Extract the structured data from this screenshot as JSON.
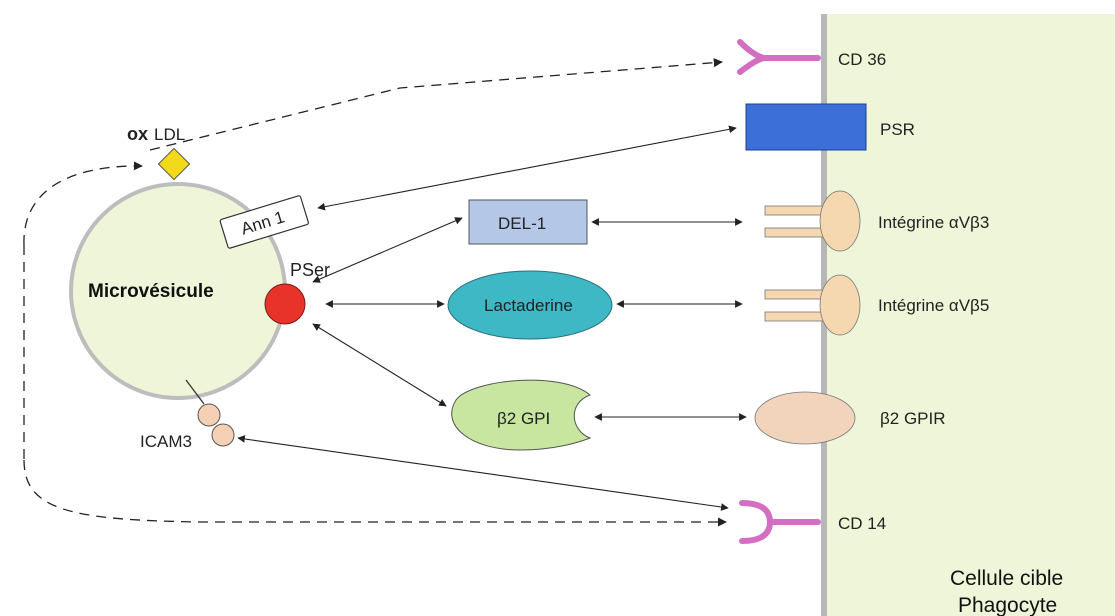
{
  "labels": {
    "cd36": "CD 36",
    "psr": "PSR",
    "integrin_b3": "Intégrine αVβ3",
    "integrin_b5": "Intégrine αVβ5",
    "b2gpir": "β2 GPIR",
    "cd14": "CD 14",
    "ox": "ox",
    "ldl": "LDL",
    "ann1": "Ann 1",
    "del1": "DEL-1",
    "lactaderine": "Lactaderine",
    "b2gpi": "β2 GPI",
    "pser": "PSer",
    "microvesicule": "Microvésicule",
    "icam3": "ICAM3",
    "cellule_cible": "Cellule cible",
    "phagocyte": "Phagocyte"
  },
  "colors": {
    "cell_fill": "#eef5d8",
    "membrane": "#b7b7b7",
    "vesicle_fill": "#eef5d8",
    "cd_receptor": "#d46ec2",
    "psr": "#3d6fd9",
    "oxldl": "#f2da1a",
    "del1": "#b4c7e7",
    "lactaderine": "#3fb8c6",
    "b2gpi": "#c8e6a0",
    "integrin": "#f5d7b0",
    "b2gpir": "#f2d3bc",
    "pser": "#e8332a",
    "icam3": "#f5d0b5"
  }
}
